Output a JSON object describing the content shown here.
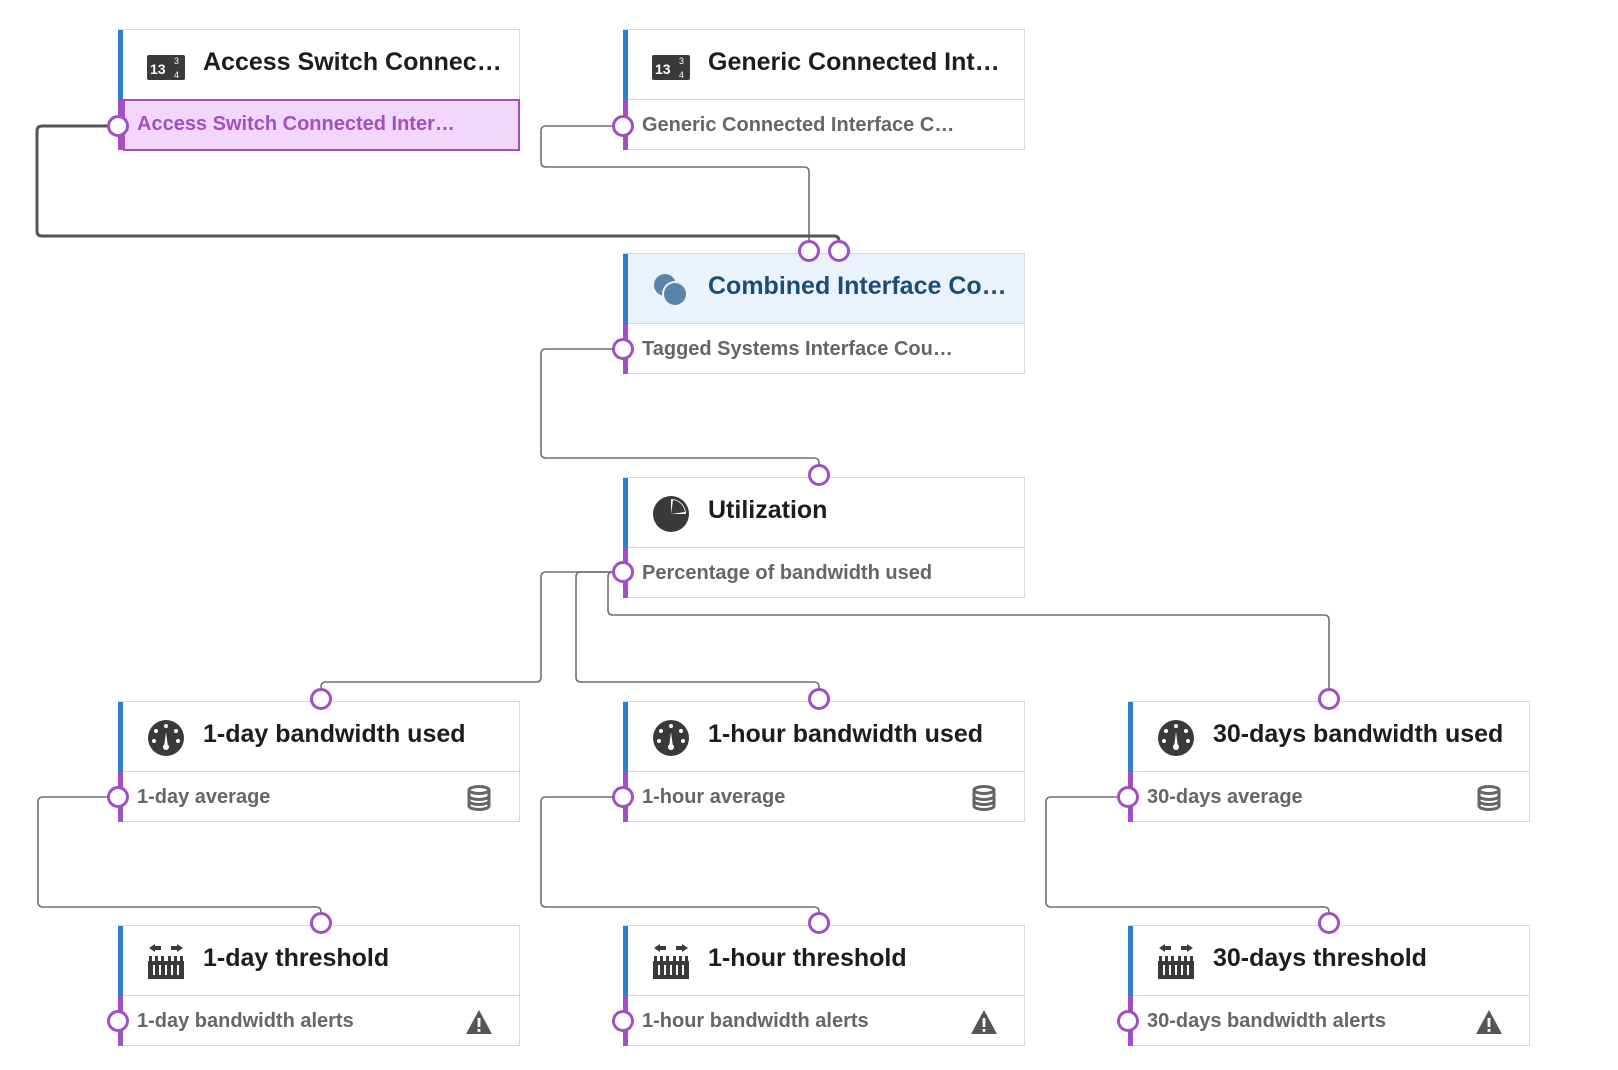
{
  "colors": {
    "accent_blue": "#2a7fd1",
    "accent_purple": "#a24fc3",
    "wire": "#6f6f6f",
    "selected_header": "#eaf3fc",
    "highlight_port": "#f2d7fb"
  },
  "nodes": [
    {
      "id": "access",
      "title": "Access Switch Connected Interface Counter",
      "icon": "counter-icon",
      "output": "Access Switch Connected Interface Counter",
      "port_icon": ""
    },
    {
      "id": "generic",
      "title": "Generic Connected Interface Counter",
      "icon": "counter-icon",
      "output": "Generic Connected Interface Counter",
      "port_icon": ""
    },
    {
      "id": "combined",
      "title": "Combined Interface Counter",
      "icon": "union-icon",
      "output": "Tagged Systems Interface Counter",
      "port_icon": ""
    },
    {
      "id": "utilization",
      "title": "Utilization",
      "icon": "pie-chart-icon",
      "output": "Percentage of bandwidth used",
      "port_icon": ""
    },
    {
      "id": "day",
      "title": "1-day bandwidth used",
      "icon": "gauge-icon",
      "output": "1-day average",
      "port_icon": "database-icon"
    },
    {
      "id": "hour",
      "title": "1-hour bandwidth used",
      "icon": "gauge-icon",
      "output": "1-hour average",
      "port_icon": "database-icon"
    },
    {
      "id": "month",
      "title": "30-days bandwidth used",
      "icon": "gauge-icon",
      "output": "30-days average",
      "port_icon": "database-icon"
    },
    {
      "id": "day_th",
      "title": "1-day threshold",
      "icon": "threshold-icon",
      "output": "1-day bandwidth alerts",
      "port_icon": "warning-icon"
    },
    {
      "id": "hour_th",
      "title": "1-hour threshold",
      "icon": "threshold-icon",
      "output": "1-hour bandwidth alerts",
      "port_icon": "warning-icon"
    },
    {
      "id": "month_th",
      "title": "30-days threshold",
      "icon": "threshold-icon",
      "output": "30-days bandwidth alerts",
      "port_icon": "warning-icon"
    }
  ],
  "edges": [
    {
      "from": "access",
      "to": "combined"
    },
    {
      "from": "generic",
      "to": "combined"
    },
    {
      "from": "combined",
      "to": "utilization"
    },
    {
      "from": "utilization",
      "to": "day"
    },
    {
      "from": "utilization",
      "to": "hour"
    },
    {
      "from": "utilization",
      "to": "month"
    },
    {
      "from": "day",
      "to": "day_th"
    },
    {
      "from": "hour",
      "to": "hour_th"
    },
    {
      "from": "month",
      "to": "month_th"
    }
  ],
  "selected_node": "combined",
  "highlighted_port": "access"
}
